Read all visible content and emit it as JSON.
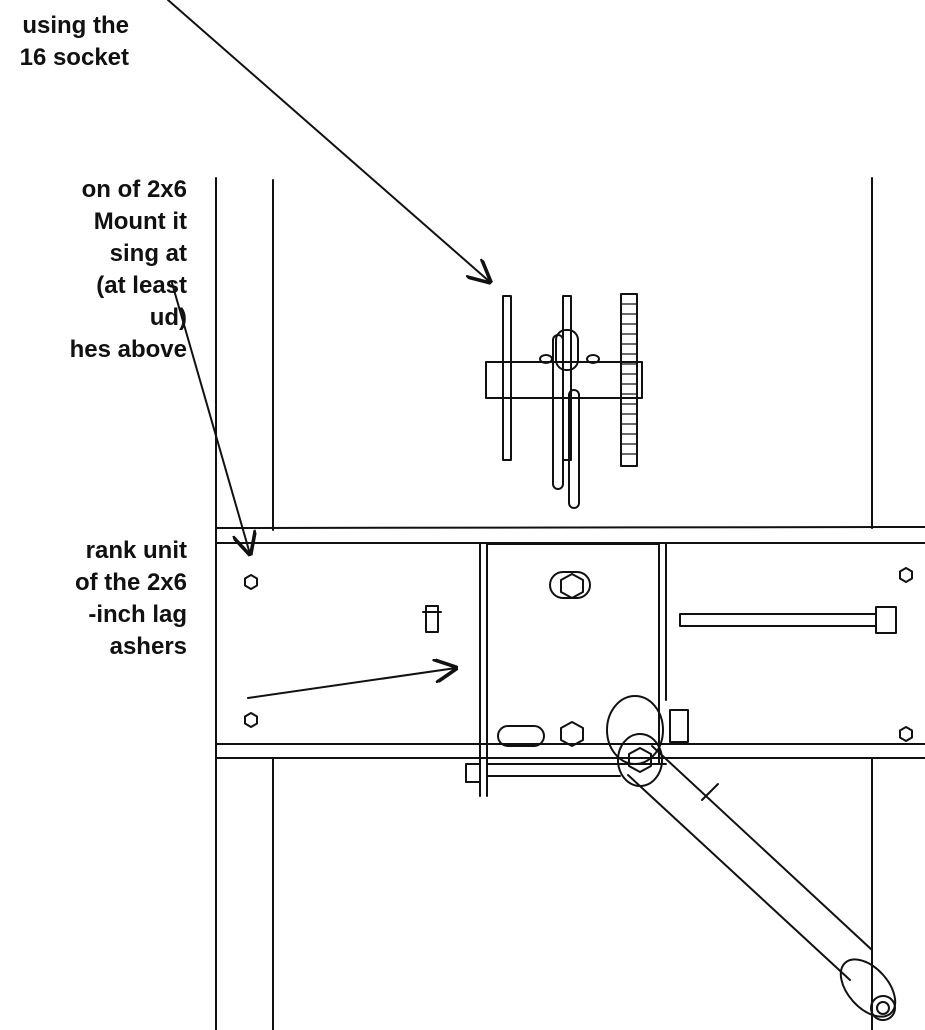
{
  "callouts": [
    {
      "id": "socket-note",
      "lines": [
        "using the",
        "16 socket"
      ]
    },
    {
      "id": "board-note",
      "lines": [
        "on of 2x6",
        "Mount it",
        "sing at",
        "(at least",
        "ud)",
        "hes above"
      ]
    },
    {
      "id": "crank-note",
      "lines": [
        "rank unit",
        "of the 2x6",
        "-inch  lag",
        "ashers"
      ]
    }
  ],
  "colors": {
    "ink": "#111111",
    "paper": "#ffffff"
  }
}
